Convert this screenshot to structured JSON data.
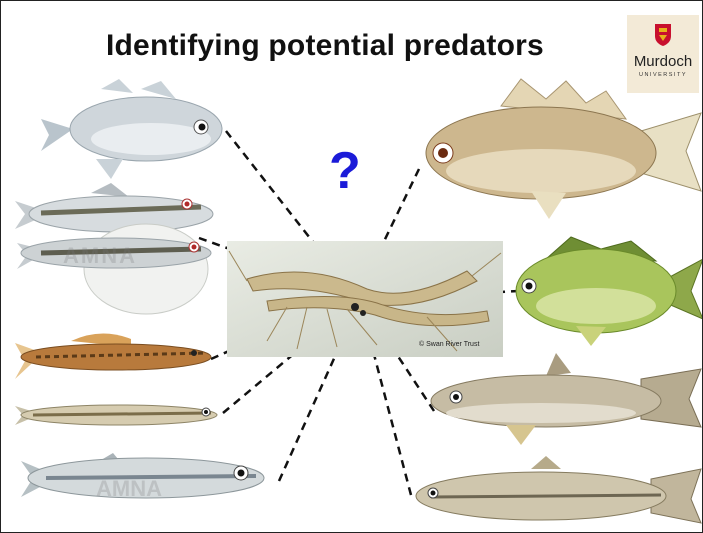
{
  "slide": {
    "title": "Identifying potential predators",
    "question_mark": "?",
    "photo_credit": "© Swan River Trust",
    "watermark": "AMNA"
  },
  "logo": {
    "name": "Murdoch",
    "subtitle": "UNIVERSITY"
  },
  "colors": {
    "question": "#1b1bd8",
    "crest_red": "#c8102e",
    "crest_gold": "#e8b21a",
    "logo_bg": "#f3ead7",
    "dash": "#111111"
  },
  "icons": {
    "logo_crest": "shield-crest-icon"
  }
}
